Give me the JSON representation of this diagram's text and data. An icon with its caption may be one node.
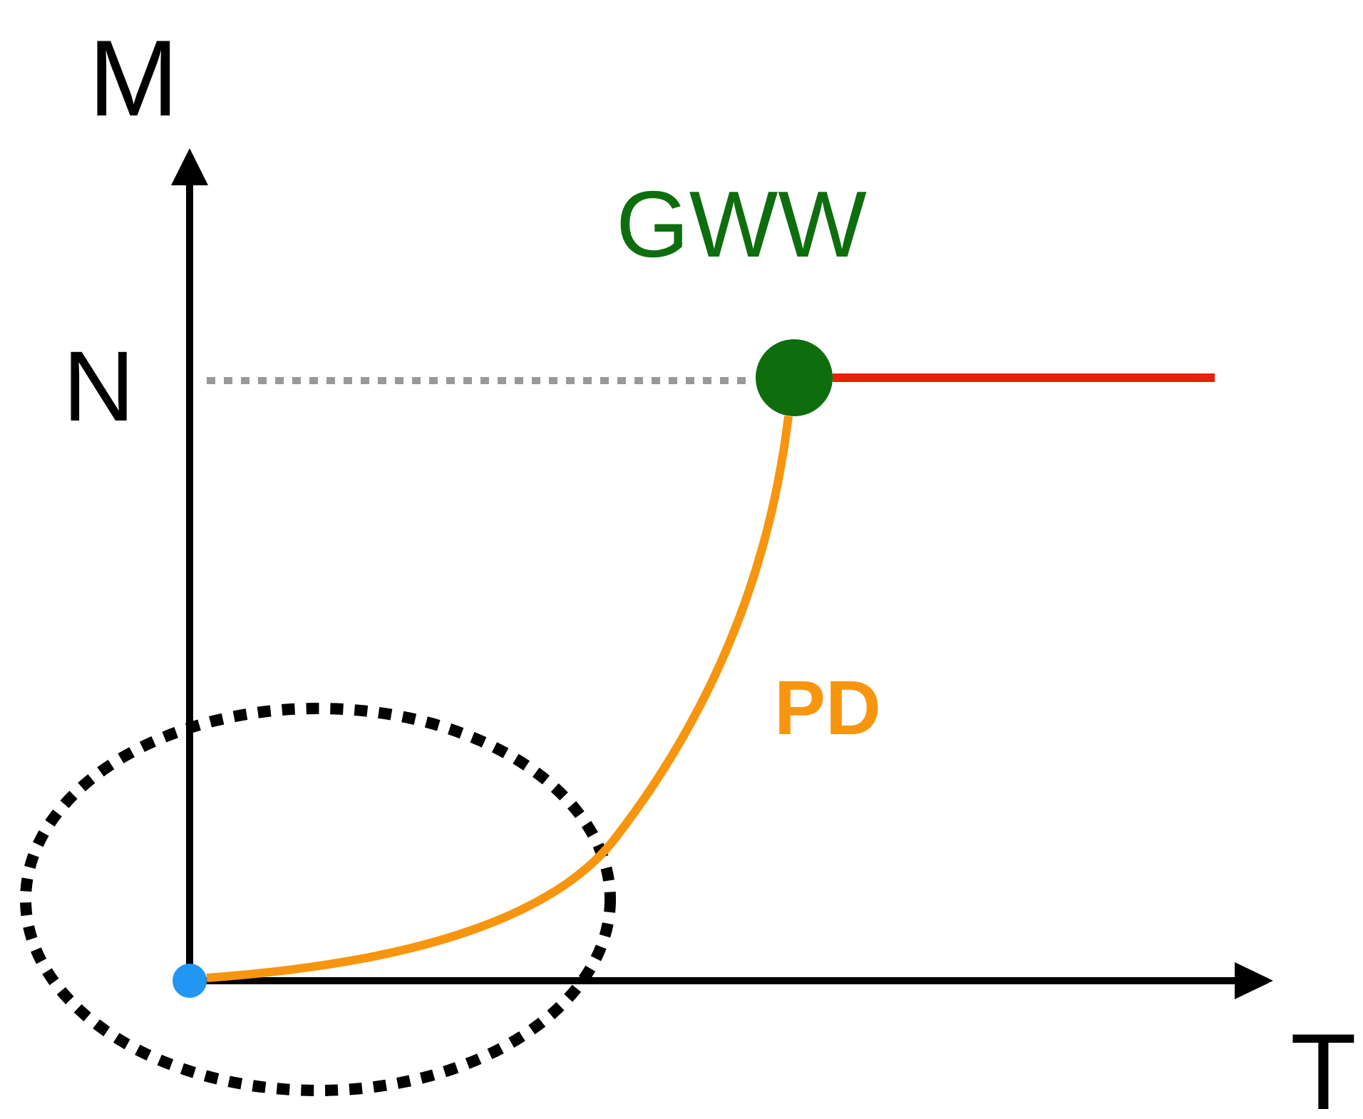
{
  "diagram": {
    "nodes": [
      {
        "text": [],
        "shape": "ellipse"
      },
      {
        "text": [],
        "shape": "circle",
        "in": 0
      },
      {
        "text": [
          "GWW"
        ]
      }
    ],
    "edges": [
      {
        "from": 1,
        "to": 2,
        "arrow": "none",
        "label": "PD",
        "color": "#f7950f"
      },
      {
        "from": 2,
        "to": null,
        "arrow": "none",
        "color": "#e8200c"
      }
    ],
    "labels": [
      "M",
      "N",
      "T"
    ]
  }
}
